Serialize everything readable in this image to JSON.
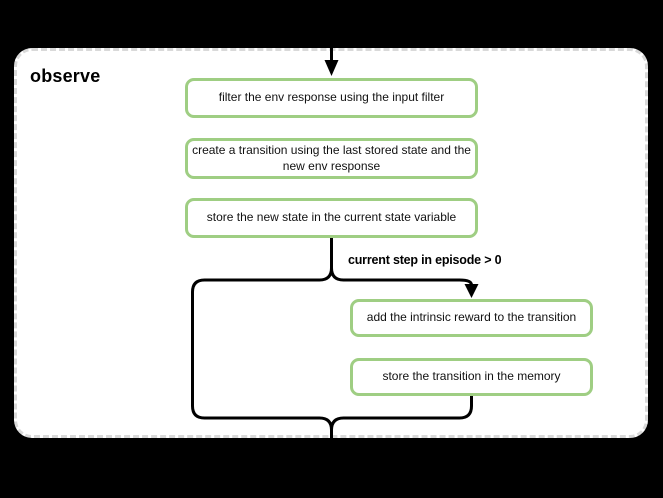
{
  "frame": {
    "title": "observe"
  },
  "nodes": {
    "filter": {
      "label": "filter the env response using the input filter"
    },
    "create": {
      "label": "create a transition using the last stored state and the new env response"
    },
    "store_state": {
      "label": "store the new state in the current state variable"
    },
    "add_reward": {
      "label": "add the intrinsic reward to the transition"
    },
    "store_transition": {
      "label": "store the transition in the memory"
    }
  },
  "edges": {
    "condition_label": "current step in episode > 0"
  },
  "colors": {
    "background": "#000000",
    "frame_fill": "#ffffff",
    "frame_border": "#d9d9d9",
    "node_border": "#9fce83",
    "connector": "#000000",
    "text": "#111111"
  }
}
